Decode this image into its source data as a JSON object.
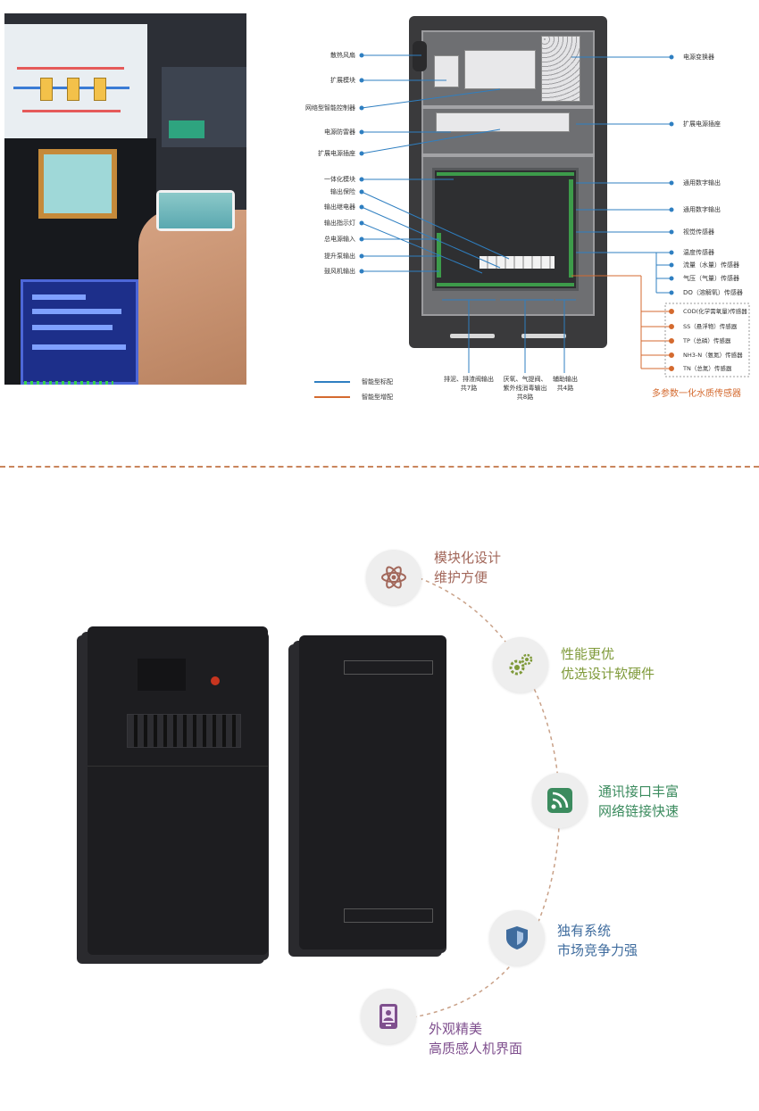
{
  "cabinet": {
    "left_labels": [
      "散热风扇",
      "扩展模块",
      "网络型智能控制器",
      "电源防雷器",
      "扩展电源插座",
      "一体化模块",
      "输出保险",
      "输出继电器",
      "输出指示灯",
      "总电源输入",
      "提升泵输出",
      "鼓风机输出"
    ],
    "right_labels": [
      "电源变换器",
      "扩展电源插座",
      "通用数字输出",
      "通用数字输出",
      "视觉传感器",
      "温度传感器"
    ],
    "sensor_labels": [
      "流量（水量）传感器",
      "气压（气量）传感器",
      "DO（溶解氧）传感器"
    ],
    "water_labels": [
      "COD(化学需氧量)传感器",
      "SS（悬浮物）传感器",
      "TP（总磷）传感器",
      "NH3-N（氨氮）传感器",
      "TN（总氮）传感器"
    ],
    "water_title": "多参数一化水质传感器",
    "bottom_labels": [
      {
        "l1": "排泥、排渣阀输出",
        "l2": "共7路"
      },
      {
        "l1": "厌氧、气提阀、",
        "l2": "紫外线消毒输出",
        "l3": "共8路"
      },
      {
        "l1": "辅助输出",
        "l2": "共4路"
      }
    ],
    "legend": [
      {
        "text": "智能型标配",
        "color": "#2f7fc1"
      },
      {
        "text": "智能型增配",
        "color": "#d46a2f"
      }
    ]
  },
  "features": [
    {
      "icon": "atom-icon",
      "line1": "模块化设计",
      "line2": "维护方便",
      "color": "#a2675a"
    },
    {
      "icon": "gears-icon",
      "line1": "性能更优",
      "line2": "优选设计软硬件",
      "color": "#7f9a3a"
    },
    {
      "icon": "signal-icon",
      "line1": "通讯接口丰富",
      "line2": "网络链接快速",
      "color": "#3b8b5e"
    },
    {
      "icon": "shield-icon",
      "line1": "独有系统",
      "line2": "市场竞争力强",
      "color": "#3f6c9e"
    },
    {
      "icon": "user-card-icon",
      "line1": "外观精美",
      "line2": "高质感人机界面",
      "color": "#7f4f8e"
    }
  ],
  "colors": {
    "standard": "#2f7fc1",
    "optional": "#d46a2f",
    "divider": "#c9855c"
  }
}
